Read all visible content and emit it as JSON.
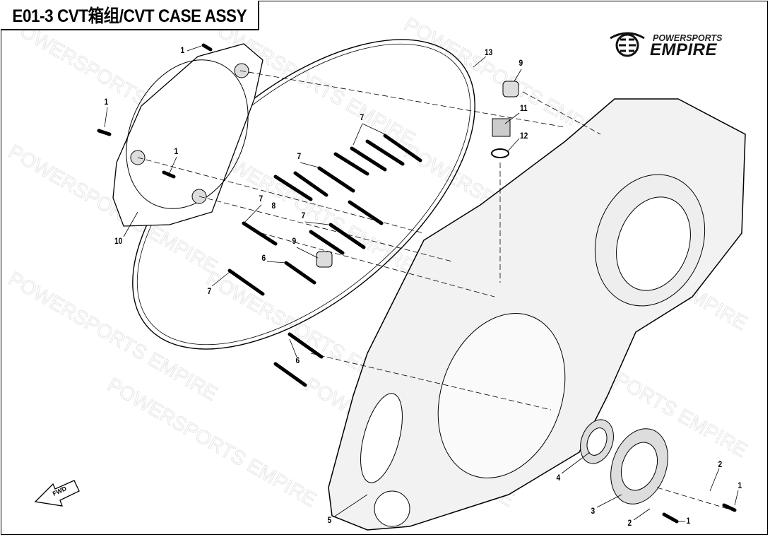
{
  "title": "E01-3 CVT箱组/CVT CASE ASSY",
  "logo": {
    "line1": "POWERSPORTS",
    "line2": "EMPIRE"
  },
  "watermark": "POWERSPORTS EMPIRE",
  "fwd_label": "FWD",
  "callouts": [
    "1",
    "1",
    "1",
    "10",
    "13",
    "9",
    "11",
    "12",
    "7",
    "7",
    "7",
    "8",
    "7",
    "9",
    "6",
    "7",
    "6",
    "4",
    "5",
    "3",
    "2",
    "1",
    "2",
    "1"
  ]
}
